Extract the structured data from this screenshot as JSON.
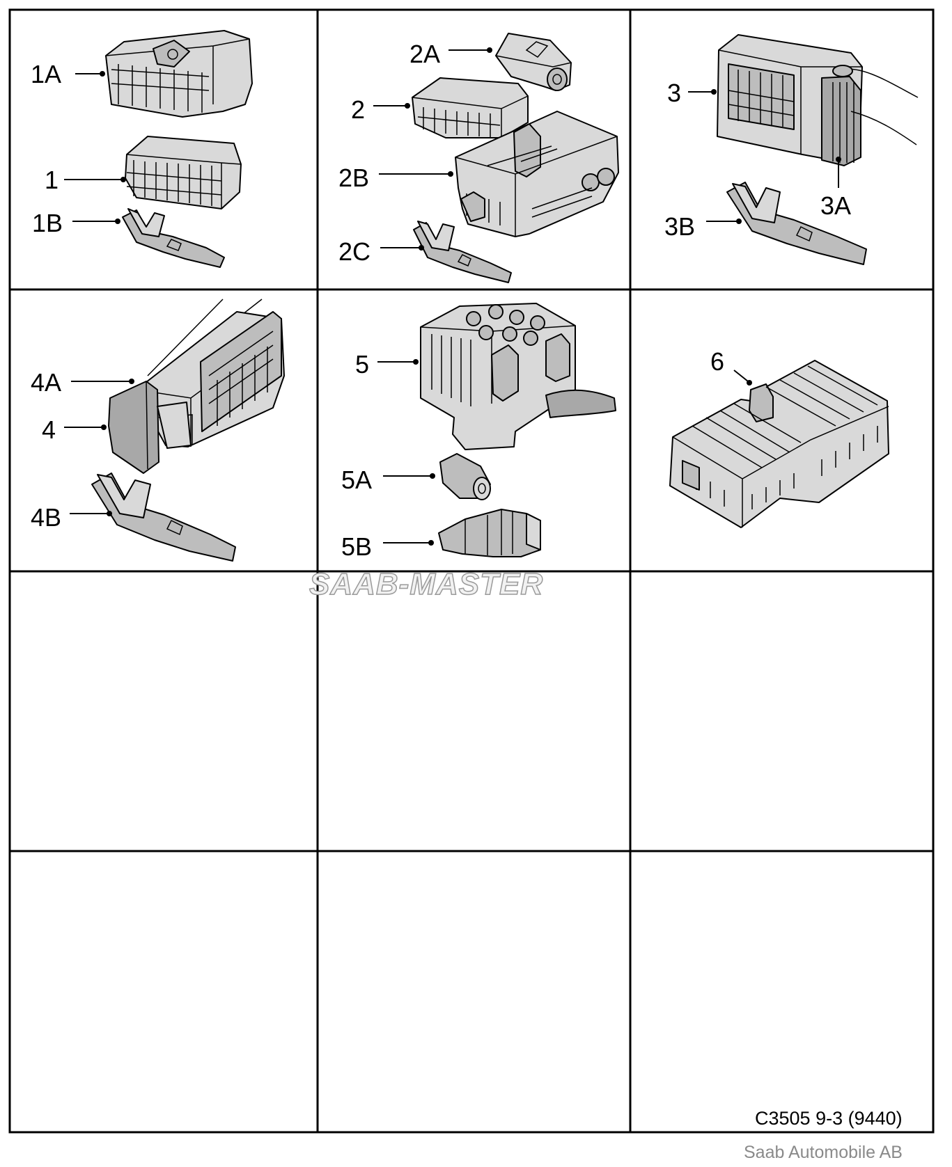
{
  "drawing": {
    "reference": "C3505 9-3 (9440)",
    "publisher": "Saab Automobile AB",
    "watermark": "SAAB-MASTER"
  },
  "cells": [
    {
      "id": "cell-1",
      "callouts": [
        "1A",
        "1",
        "1B"
      ]
    },
    {
      "id": "cell-2",
      "callouts": [
        "2A",
        "2",
        "2B",
        "2C"
      ]
    },
    {
      "id": "cell-3",
      "callouts": [
        "3",
        "3A",
        "3B"
      ]
    },
    {
      "id": "cell-4",
      "callouts": [
        "4A",
        "4",
        "4B"
      ]
    },
    {
      "id": "cell-5",
      "callouts": [
        "5",
        "5A",
        "5B"
      ]
    },
    {
      "id": "cell-6",
      "callouts": [
        "6"
      ]
    },
    {
      "id": "cell-7",
      "callouts": []
    },
    {
      "id": "cell-8",
      "callouts": []
    },
    {
      "id": "cell-9",
      "callouts": []
    },
    {
      "id": "cell-10",
      "callouts": []
    },
    {
      "id": "cell-11",
      "callouts": []
    },
    {
      "id": "cell-12",
      "callouts": []
    }
  ],
  "labels": {
    "c1a": "1A",
    "c1": "1",
    "c1b": "1B",
    "c2a": "2A",
    "c2": "2",
    "c2b": "2B",
    "c2c": "2C",
    "c3": "3",
    "c3a": "3A",
    "c3b": "3B",
    "c4a": "4A",
    "c4": "4",
    "c4b": "4B",
    "c5": "5",
    "c5a": "5A",
    "c5b": "5B",
    "c6": "6"
  }
}
